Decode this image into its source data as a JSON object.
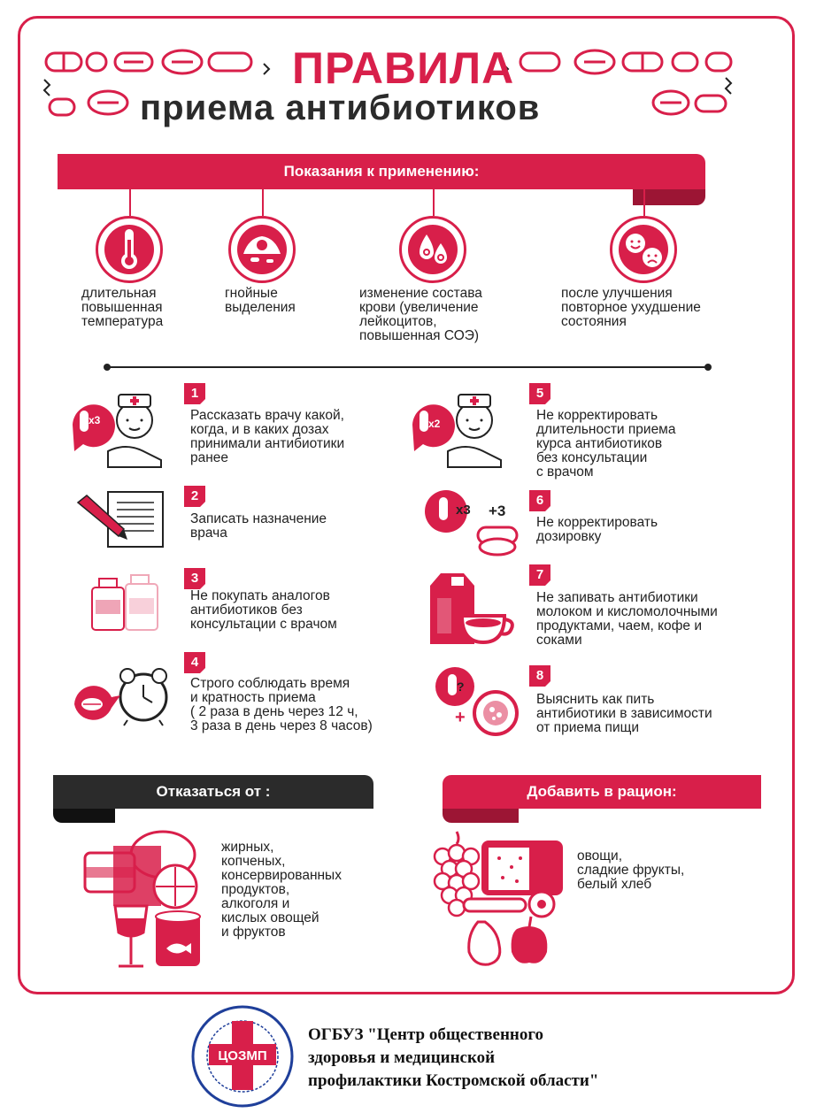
{
  "header": {
    "title_top": "ПРАВИЛА",
    "title_bottom": "приема антибиотиков"
  },
  "indications": {
    "heading": "Показания к применению:",
    "items": [
      {
        "icon": "thermometer-icon",
        "text": "длительная\nповышенная\nтемпература"
      },
      {
        "icon": "pus-icon",
        "text": "гнойные\nвыделения"
      },
      {
        "icon": "blood-drops-icon",
        "text": "изменение состава\nкрови (увеличение\nлейкоцитов,\nповышенная СОЭ)"
      },
      {
        "icon": "mood-faces-icon",
        "text": "после улучшения\nповторное ухудшение\nсостояния"
      }
    ]
  },
  "rules": [
    {
      "number": "1",
      "icon": "doctor-icon",
      "badge": "x3",
      "text": "Рассказать врачу какой,\nкогда, и в каких дозах\nпринимали антибиотики\nранее"
    },
    {
      "number": "2",
      "icon": "prescription-icon",
      "text": "Записать назначение\nврача"
    },
    {
      "number": "3",
      "icon": "bottles-icon",
      "text": "Не покупать аналогов\nантибиотиков без\nконсультации с врачом"
    },
    {
      "number": "4",
      "icon": "alarm-clock-icon",
      "text": "Строго соблюдать время\nи кратность приема\n( 2 раза в день через 12 ч,\n3 раза в день через 8 часов)"
    },
    {
      "number": "5",
      "icon": "doctor-icon",
      "badge": "x2",
      "text": "Не корректировать\nдлительности приема\nкурса антибиотиков\nбез консультации\nс врачом"
    },
    {
      "number": "6",
      "icon": "dosage-icon",
      "badge": "x3",
      "extra": "+3",
      "text": "Не корректировать\nдозировку"
    },
    {
      "number": "7",
      "icon": "milk-cup-icon",
      "text": "Не запивать антибиотики\nмолоком и кисломолочными\nпродуктами, чаем, кофе и\nсоками"
    },
    {
      "number": "8",
      "icon": "pill-food-icon",
      "badge": "?",
      "extra": "+",
      "text": "Выяснить как пить\nантибиотики в зависимости\nот приема пищи"
    }
  ],
  "avoid": {
    "heading": "Отказаться от :",
    "text": "жирных,\nкопченых,\nконсервированных\nпродуктов,\nалкоголя и\nкислых овощей\nи фруктов"
  },
  "add": {
    "heading": "Добавить в рацион:",
    "text": "овощи,\nсладкие фрукты,\nбелый хлеб"
  },
  "footer": {
    "logo_text": "ЦОЗМП",
    "org": "ОГБУЗ \"Центр общественного\nздоровья и медицинской\nпрофилактики Костромской области\""
  },
  "colors": {
    "accent": "#d81f4a",
    "accent_dark": "#9c1534",
    "dark": "#2b2b2b"
  }
}
